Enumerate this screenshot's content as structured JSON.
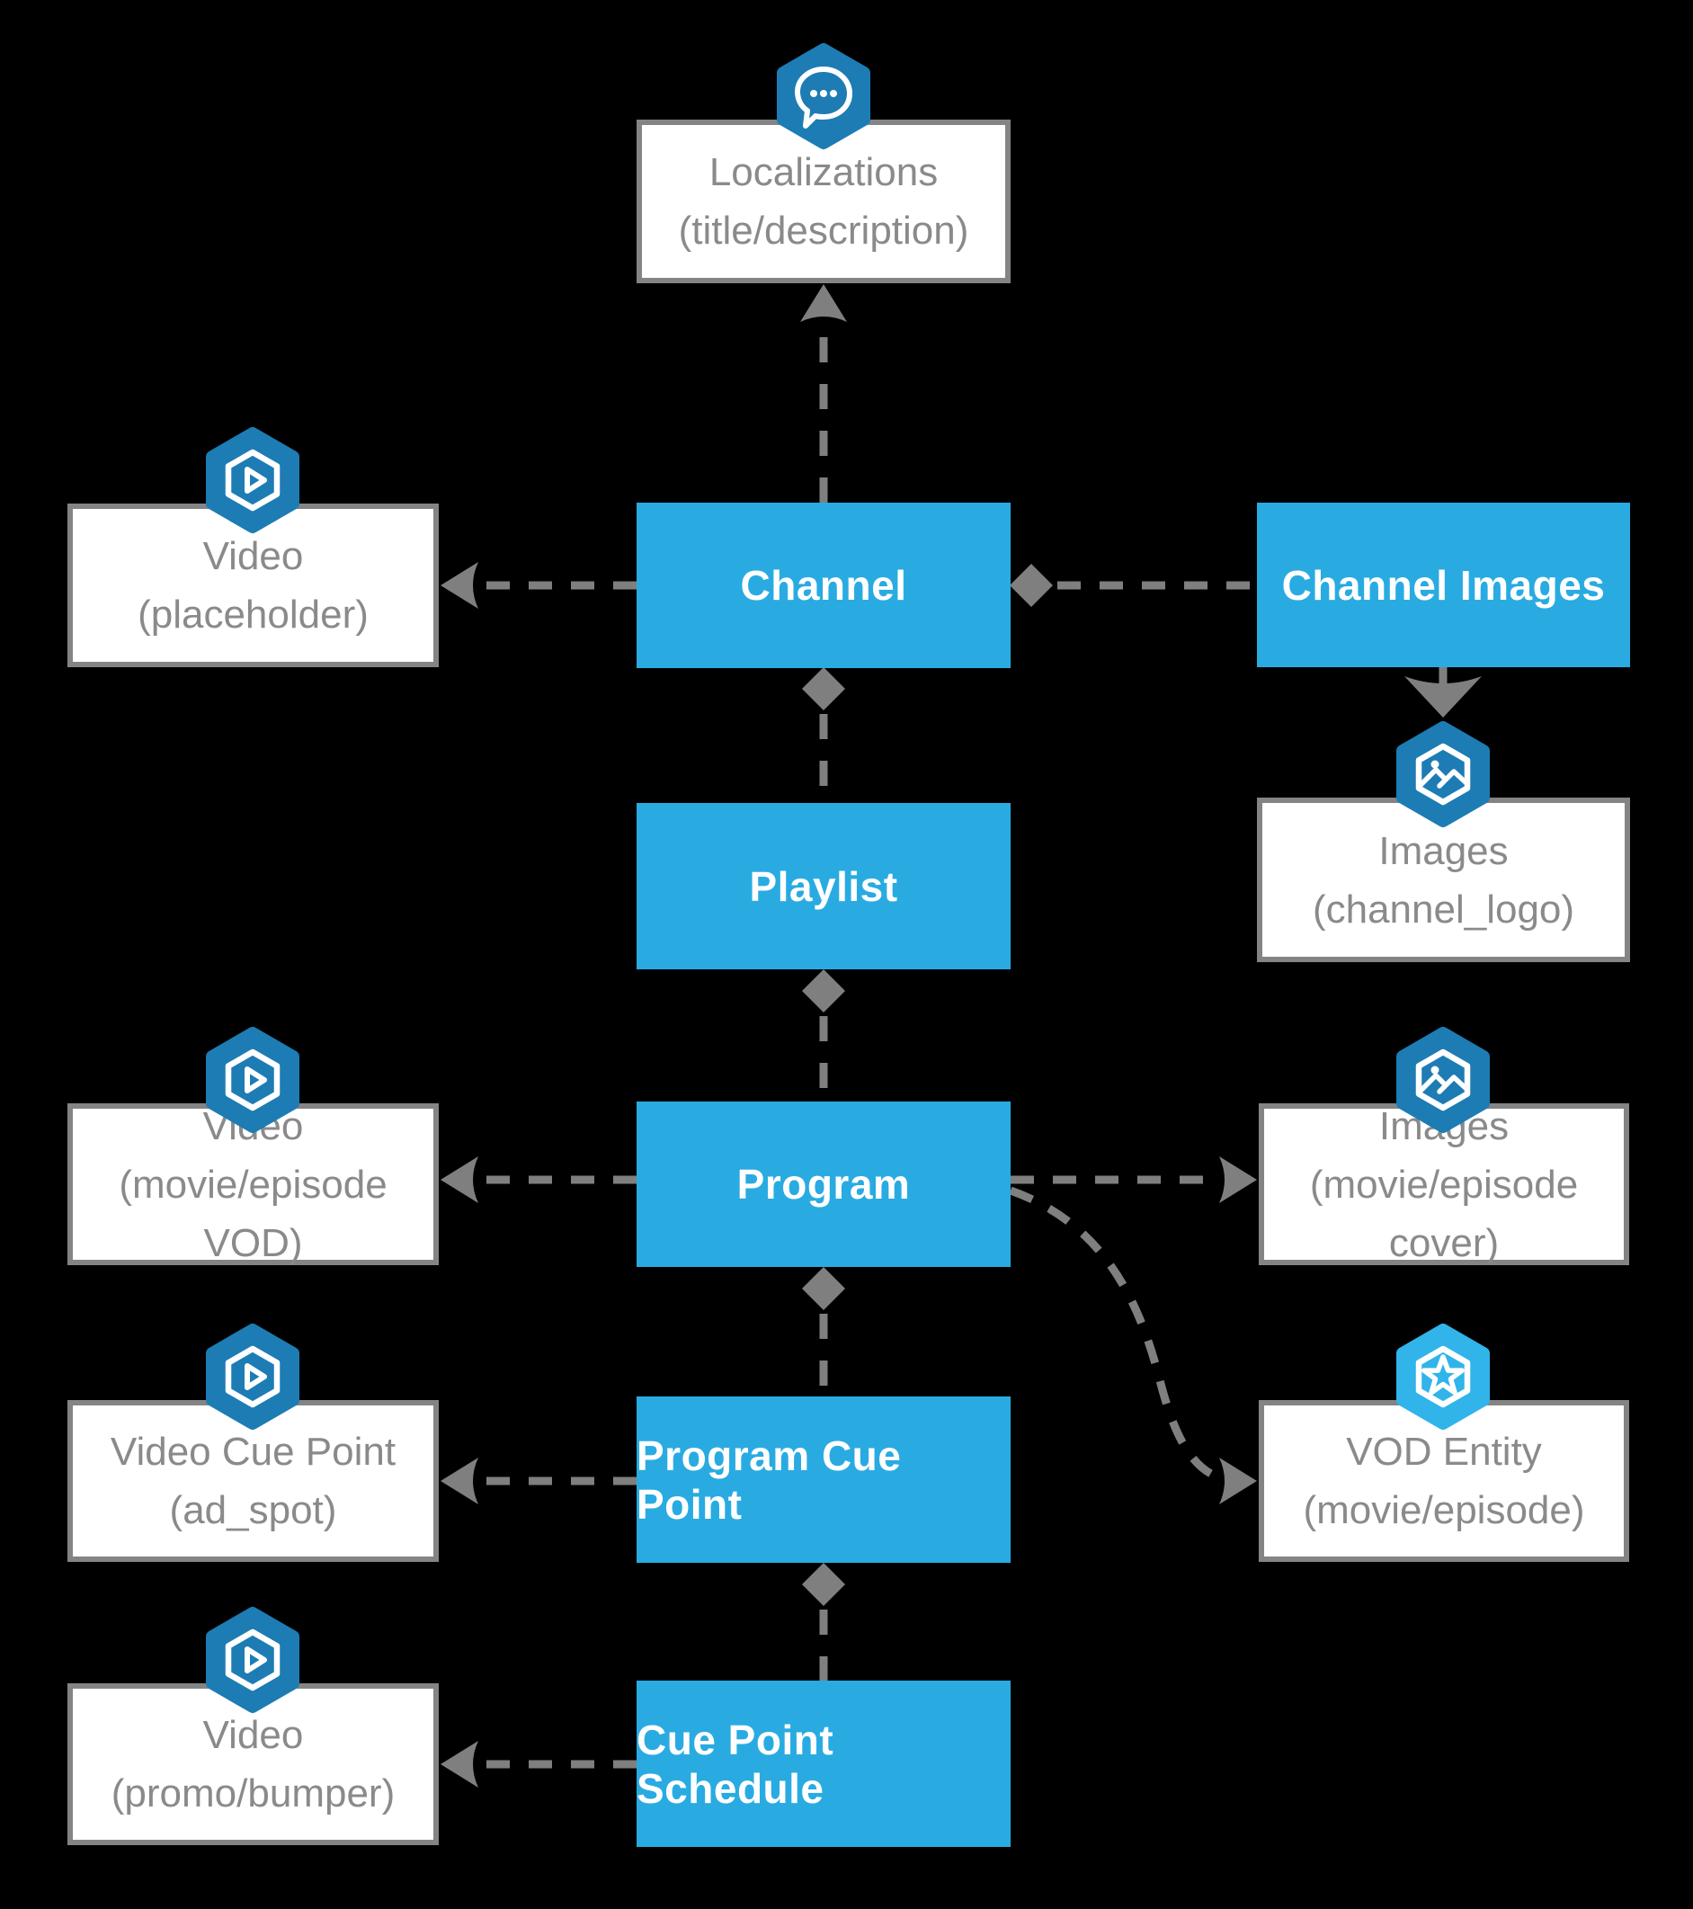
{
  "colors": {
    "background": "#000000",
    "entity_blue": "#29abe2",
    "icon_dark_blue": "#1d7cb4",
    "icon_light_blue": "#30b4e9",
    "connector_gray": "#7f7f7f",
    "box_border_gray": "#848484",
    "box_text_gray": "#8a8a8a",
    "box_fill_white": "#ffffff"
  },
  "nodes": {
    "localizations": {
      "line1": "Localizations",
      "line2": "(title/description)",
      "icon": "chat-icon"
    },
    "video_placeholder": {
      "line1": "Video",
      "line2": "(placeholder)",
      "icon": "video-icon"
    },
    "channel": {
      "label": "Channel"
    },
    "channel_images": {
      "label": "Channel Images"
    },
    "images_channel_logo": {
      "line1": "Images",
      "line2": "(channel_logo)",
      "icon": "images-icon"
    },
    "playlist": {
      "label": "Playlist"
    },
    "video_vod": {
      "line1": "Video",
      "line2": "(movie/episode VOD)",
      "icon": "video-icon"
    },
    "program": {
      "label": "Program"
    },
    "images_cover": {
      "line1": "Images",
      "line2": "(movie/episode cover)",
      "icon": "images-icon"
    },
    "video_cue_point": {
      "line1": "Video Cue Point",
      "line2": "(ad_spot)",
      "icon": "video-icon"
    },
    "program_cue_point": {
      "label": "Program Cue Point"
    },
    "vod_entity": {
      "line1": "VOD Entity",
      "line2": "(movie/episode)",
      "icon": "star-icon"
    },
    "video_promo": {
      "line1": "Video",
      "line2": "(promo/bumper)",
      "icon": "video-icon"
    },
    "cue_point_schedule": {
      "label": "Cue Point Schedule"
    }
  },
  "edges": [
    {
      "from": "channel",
      "to": "localizations",
      "style": "dashed-arrow"
    },
    {
      "from": "channel",
      "to": "video_placeholder",
      "style": "dashed-arrow"
    },
    {
      "from": "channel",
      "to": "channel_images",
      "style": "dashed-diamond"
    },
    {
      "from": "channel_images",
      "to": "images_channel_logo",
      "style": "solid-arrow"
    },
    {
      "from": "channel",
      "to": "playlist",
      "style": "dashed-diamond"
    },
    {
      "from": "playlist",
      "to": "program",
      "style": "dashed-diamond"
    },
    {
      "from": "program",
      "to": "video_vod",
      "style": "dashed-arrow"
    },
    {
      "from": "program",
      "to": "images_cover",
      "style": "dashed-arrow"
    },
    {
      "from": "program",
      "to": "vod_entity",
      "style": "dashed-arrow-curved"
    },
    {
      "from": "program",
      "to": "program_cue_point",
      "style": "dashed-diamond"
    },
    {
      "from": "program_cue_point",
      "to": "video_cue_point",
      "style": "dashed-arrow"
    },
    {
      "from": "program_cue_point",
      "to": "cue_point_schedule",
      "style": "dashed-diamond"
    },
    {
      "from": "cue_point_schedule",
      "to": "video_promo",
      "style": "dashed-arrow"
    }
  ]
}
